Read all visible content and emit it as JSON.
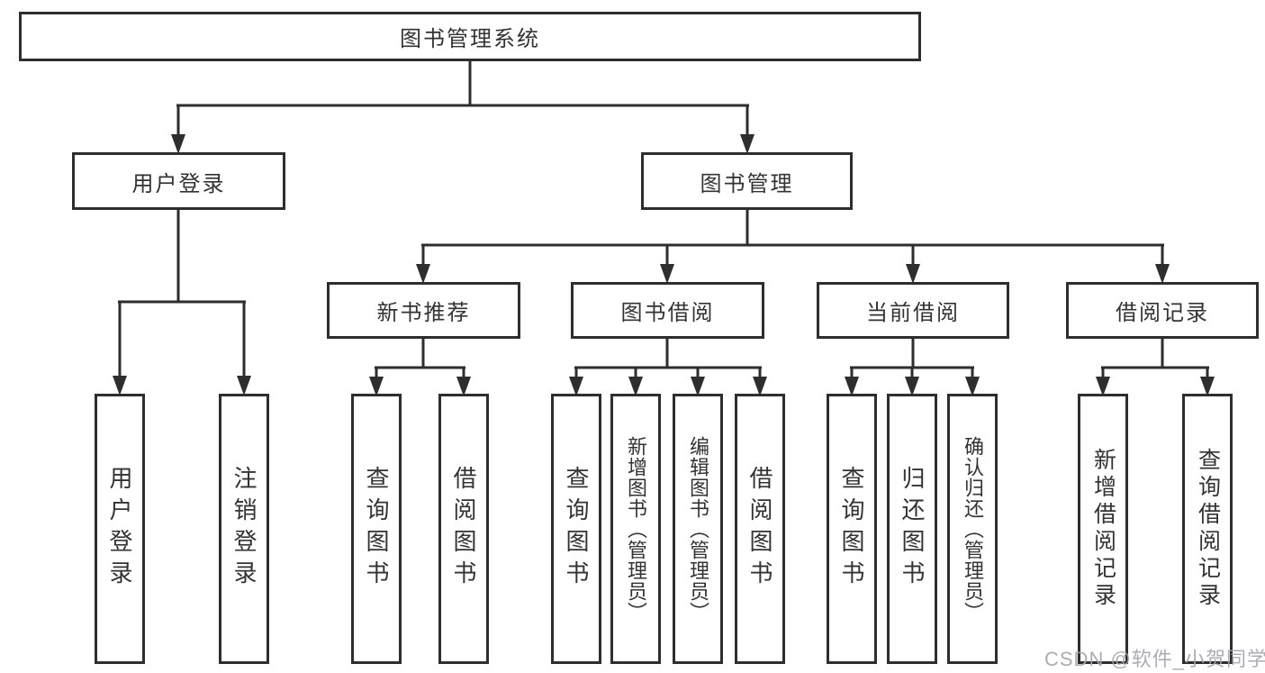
{
  "tree": {
    "label": "图书管理系统",
    "children": [
      {
        "label": "用户登录",
        "children": [
          {
            "label": "用户登录"
          },
          {
            "label": "注销登录"
          }
        ]
      },
      {
        "label": "图书管理",
        "children": [
          {
            "label": "新书推荐",
            "children": [
              {
                "label": "查询图书"
              },
              {
                "label": "借阅图书"
              }
            ]
          },
          {
            "label": "图书借阅",
            "children": [
              {
                "label": "查询图书"
              },
              {
                "label": "新增图书（管理员）"
              },
              {
                "label": "编辑图书（管理员）"
              },
              {
                "label": "借阅图书"
              }
            ]
          },
          {
            "label": "当前借阅",
            "children": [
              {
                "label": "查询图书"
              },
              {
                "label": "归还图书"
              },
              {
                "label": "确认归还（管理员）"
              }
            ]
          },
          {
            "label": "借阅记录",
            "children": [
              {
                "label": "新增借阅记录"
              },
              {
                "label": "查询借阅记录"
              }
            ]
          }
        ]
      }
    ]
  },
  "watermark": {
    "text": "CSDN @软件_小贺同学"
  },
  "colors": {
    "line": "#2e2e2e",
    "box_border": "#2e2e2e",
    "box_fill": "#ffffff",
    "text": "#333333",
    "watermark": "#a3a3ad"
  }
}
